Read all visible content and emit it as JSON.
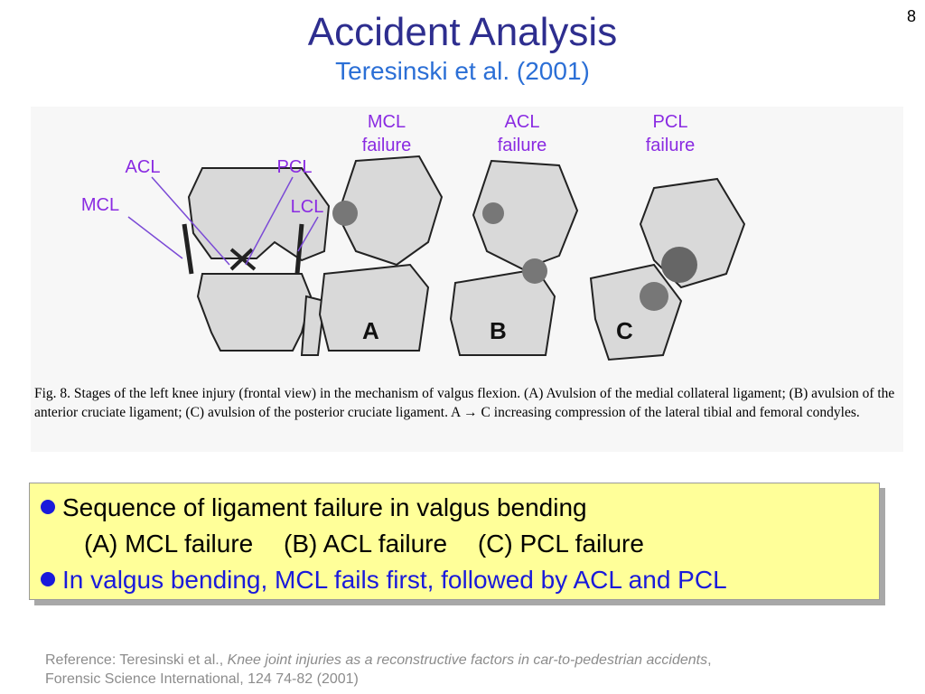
{
  "slide": {
    "number": "8",
    "title": "Accident Analysis",
    "subtitle": "Teresinski et al. (2001)"
  },
  "figure": {
    "left_labels": {
      "acl": "ACL",
      "pcl": "PCL",
      "mcl": "MCL",
      "lcl": "LCL"
    },
    "top_labels": [
      {
        "line1": "MCL",
        "line2": "failure"
      },
      {
        "line1": "ACL",
        "line2": "failure"
      },
      {
        "line1": "PCL",
        "line2": "failure"
      }
    ],
    "panel_letters": [
      "A",
      "B",
      "C"
    ],
    "caption": "Fig. 8.  Stages of the left knee injury (frontal view) in the mechanism of valgus flexion. (A) Avulsion of the medial collateral ligament; (B) avulsion of the anterior cruciate ligament; (C) avulsion of the posterior cruciate ligament. A → C increasing compression of the lateral tibial and femoral condyles."
  },
  "callout": {
    "bullet1": "Sequence of ligament failure in valgus bending",
    "items": [
      "(A) MCL failure",
      "(B) ACL failure",
      "(C) PCL failure"
    ],
    "bullet2": "In valgus bending, MCL fails first, followed by ACL and PCL",
    "colors": {
      "background": "#ffff99",
      "bullet": "#1a1adb",
      "highlight_text": "#1a1adb"
    }
  },
  "reference": {
    "prefix": "Reference: Teresinski et al., ",
    "title": "Knee joint injuries as a reconstructive factors in car-to-pedestrian accidents",
    "suffix": ",",
    "line2": "Forensic Science International, 124 74-82 (2001)"
  }
}
